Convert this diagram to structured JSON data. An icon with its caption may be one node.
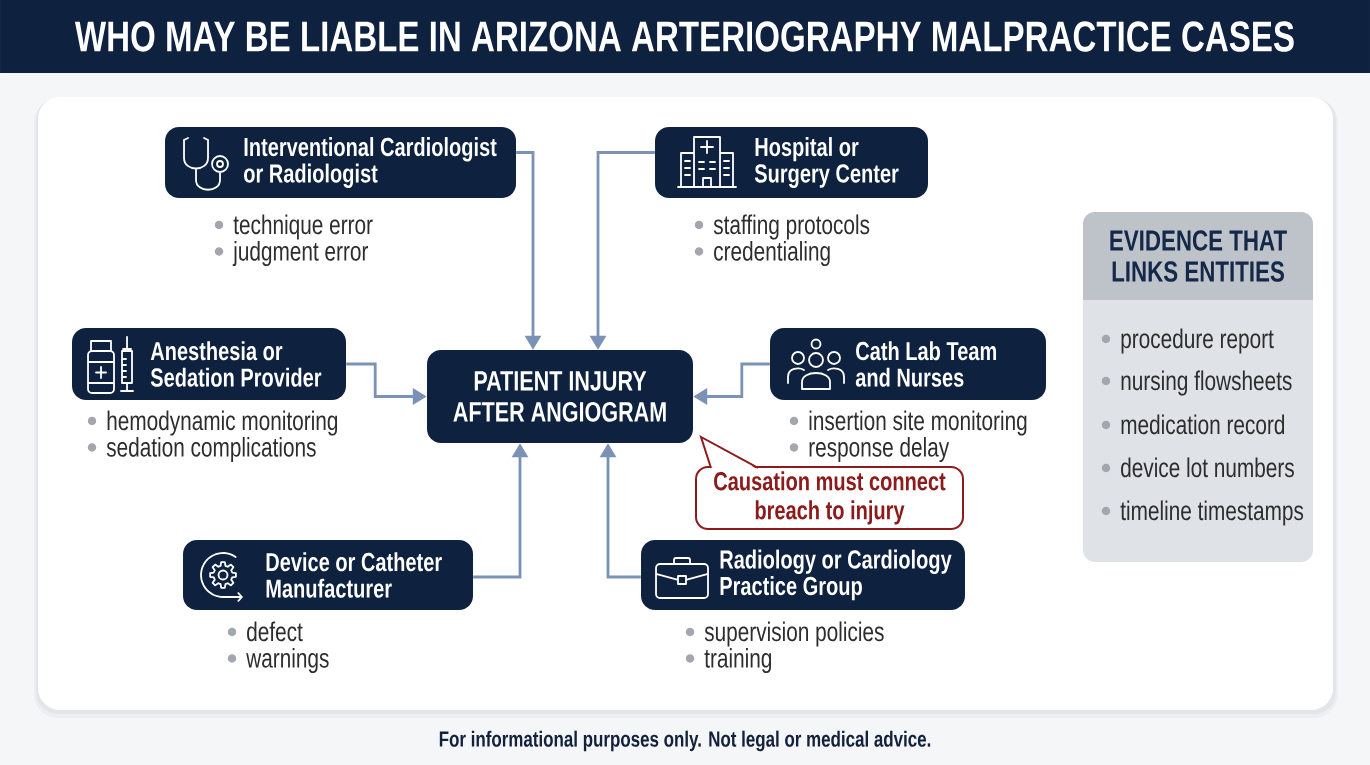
{
  "diagram": {
    "title": "WHO MAY BE LIABLE IN ARIZONA ARTERIOGRAPHY MALPRACTICE CASES",
    "caption": "For informational purposes only. Not legal or medical advice.",
    "nodes": [
      {
        "text": [
          "Interventional Cardiologist or Radiologist"
        ],
        "beside": [
          "technique error",
          "judgment error"
        ]
      },
      {
        "text": [
          "Hospital or Surgery Center"
        ],
        "beside": [
          "staffing protocols",
          "credentialing"
        ]
      },
      {
        "text": [
          "EVIDENCE THAT LINKS ENTITIES",
          "procedure report",
          "nursing flowsheets",
          "medication record",
          "device lot numbers",
          "timeline timestamps"
        ]
      },
      {
        "text": [
          "Anesthesia or Sedation Provider"
        ],
        "beside": [
          "hemodynamic monitoring",
          "sedation complications"
        ]
      },
      {
        "text": [
          "PATIENT INJURY AFTER ANGIOGRAM"
        ]
      },
      {
        "text": [
          "Cath Lab Team and Nurses"
        ],
        "beside": [
          "insertion site monitoring",
          "response delay"
        ]
      },
      {
        "text": [
          "Causation must connect breach to injury"
        ]
      },
      {
        "text": [
          "Device or Catheter Manufacturer"
        ],
        "beside": [
          "defect",
          "warnings"
        ]
      },
      {
        "text": [
          "Radiology or Cardiology Practice Group"
        ],
        "beside": [
          "supervision policies",
          "training"
        ]
      }
    ],
    "edges": [
      {
        "from": 0,
        "to": 4,
        "arrow": "to"
      },
      {
        "from": 1,
        "to": 4,
        "arrow": "to"
      },
      {
        "from": 3,
        "to": 4,
        "arrow": "to"
      },
      {
        "from": 5,
        "to": 4,
        "arrow": "to"
      },
      {
        "from": 7,
        "to": 4,
        "arrow": "to"
      },
      {
        "from": 8,
        "to": 4,
        "arrow": "to"
      }
    ]
  }
}
